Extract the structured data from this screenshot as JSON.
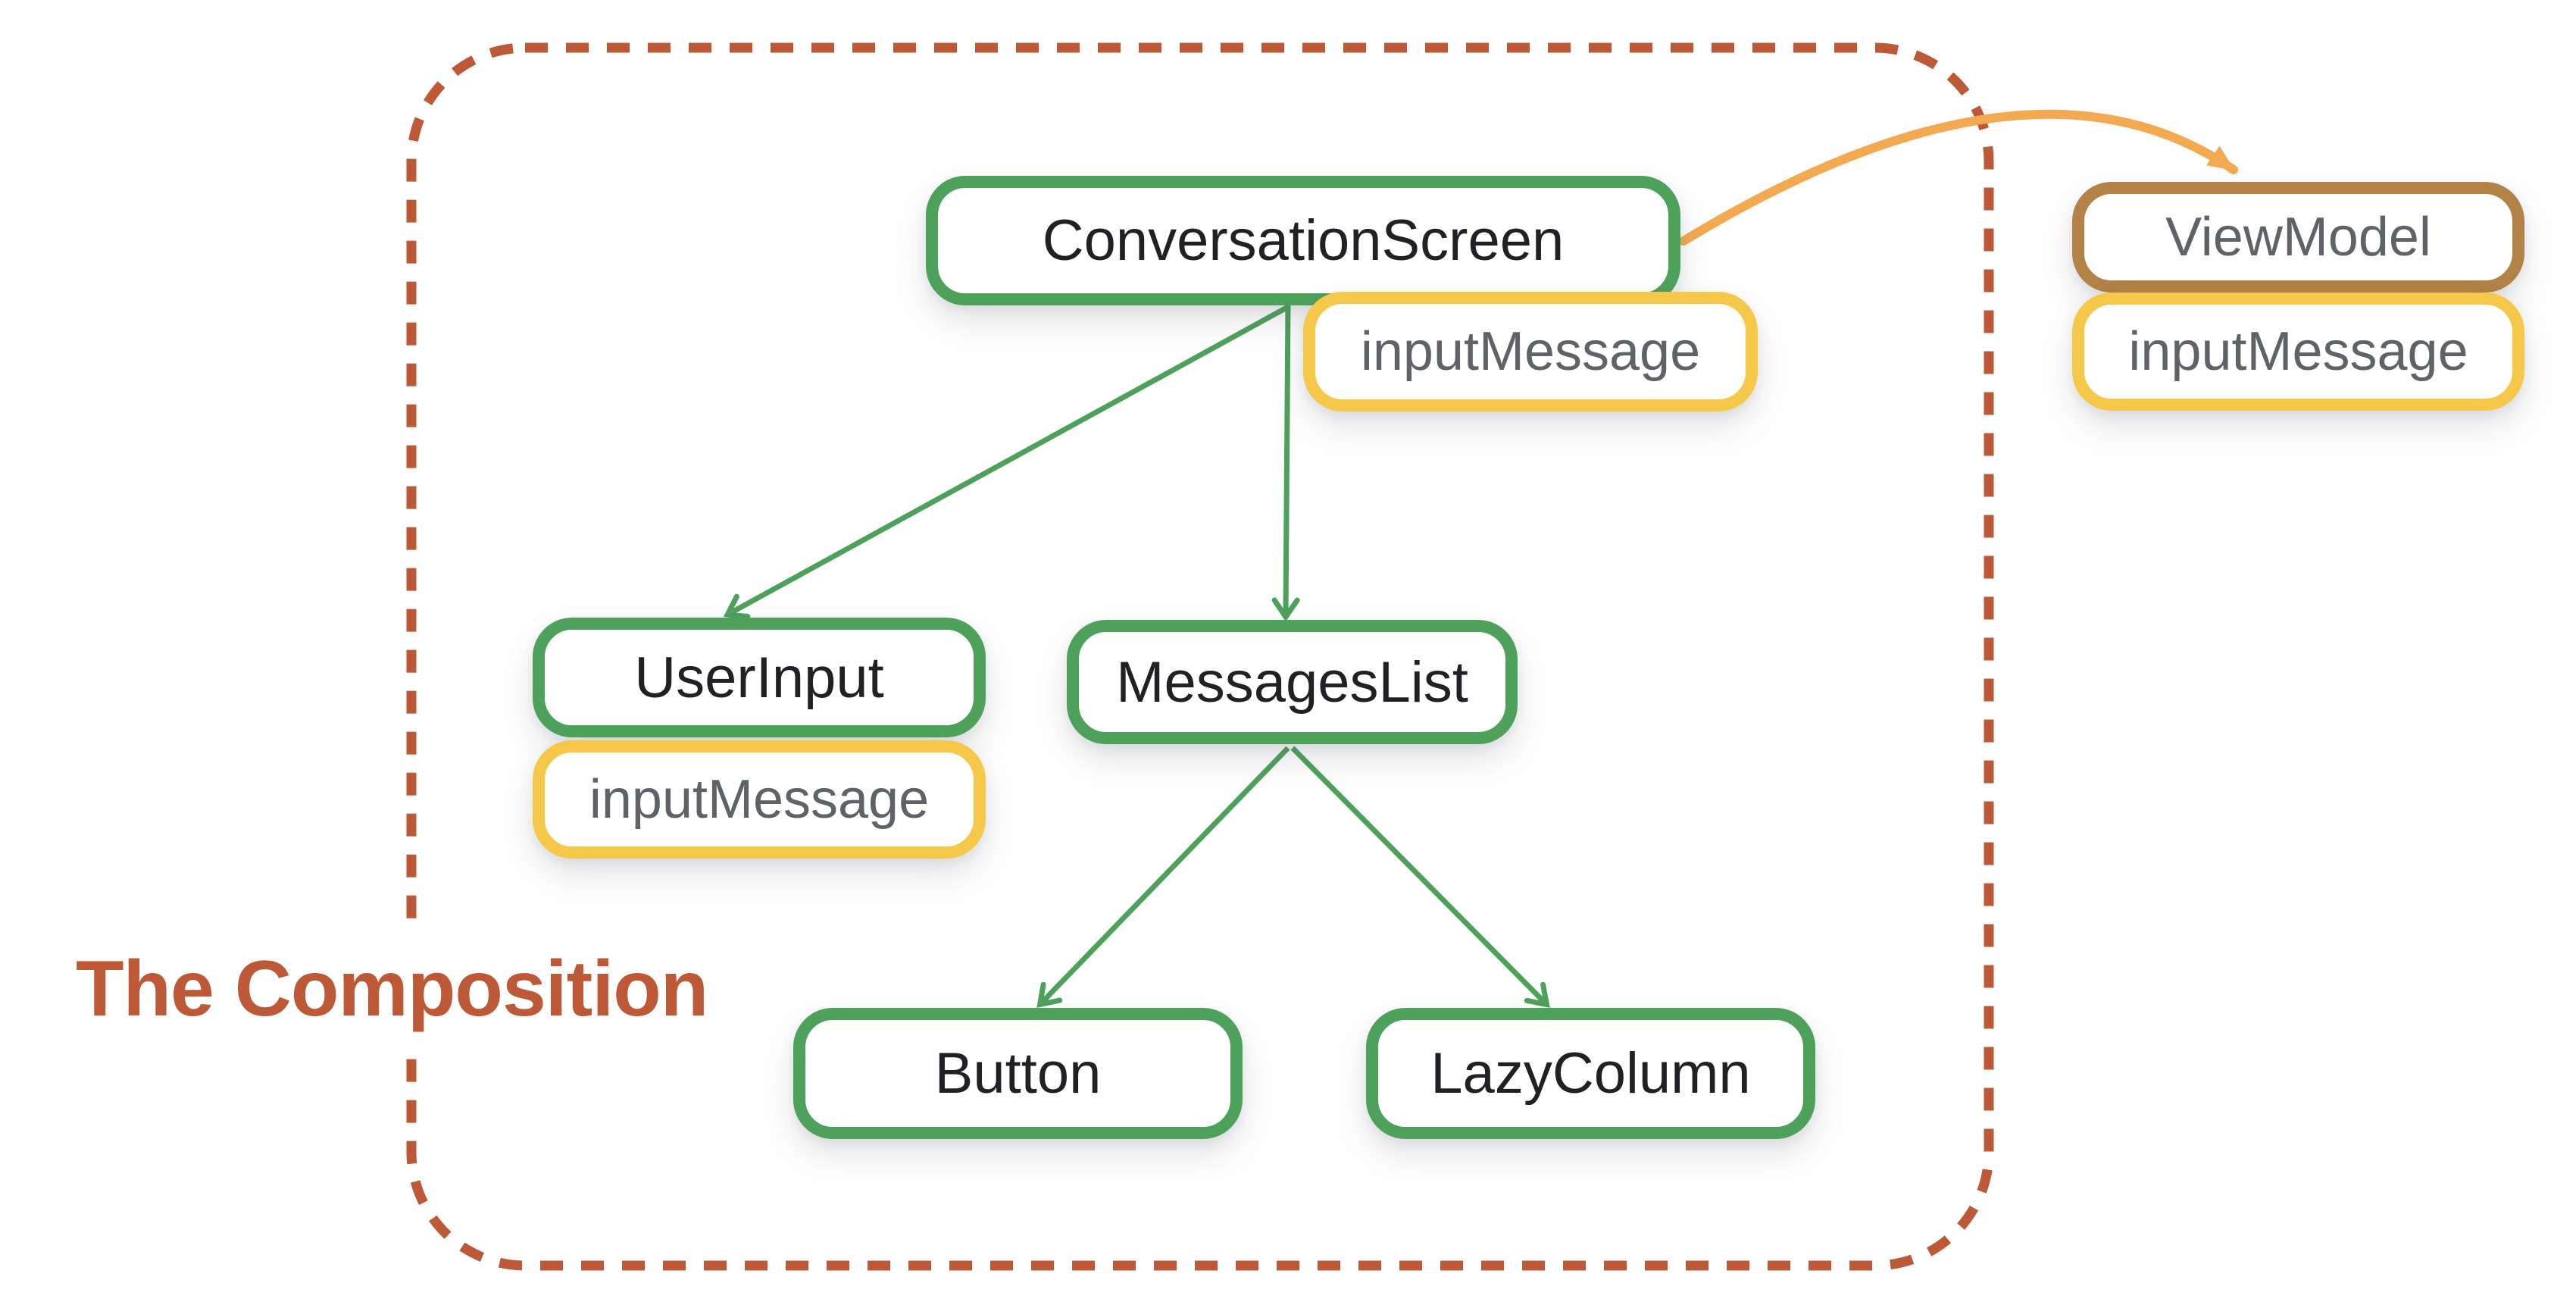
{
  "diagram": {
    "group_label": "The Composition",
    "nodes": {
      "conversation_screen": {
        "label": "ConversationScreen",
        "kind": "composable"
      },
      "cs_state": {
        "label": "inputMessage",
        "kind": "state"
      },
      "user_input": {
        "label": "UserInput",
        "kind": "composable"
      },
      "ui_state": {
        "label": "inputMessage",
        "kind": "state"
      },
      "messages_list": {
        "label": "MessagesList",
        "kind": "composable"
      },
      "button": {
        "label": "Button",
        "kind": "composable"
      },
      "lazy_column": {
        "label": "LazyColumn",
        "kind": "composable"
      },
      "view_model": {
        "label": "ViewModel",
        "kind": "viewmodel"
      },
      "vm_state": {
        "label": "inputMessage",
        "kind": "state"
      }
    },
    "edges": [
      {
        "from": "conversation_screen",
        "to": "user_input",
        "style": "green-arrow"
      },
      {
        "from": "conversation_screen",
        "to": "messages_list",
        "style": "green-arrow"
      },
      {
        "from": "messages_list",
        "to": "button",
        "style": "green-arrow"
      },
      {
        "from": "messages_list",
        "to": "lazy_column",
        "style": "green-arrow"
      },
      {
        "from": "conversation_screen",
        "to": "view_model",
        "style": "orange-curved-arrow"
      }
    ],
    "colors": {
      "composable_border_green": "#4EA15B",
      "state_border_yellow": "#F6C84A",
      "viewmodel_border_tan": "#B28246",
      "orange_edge": "#F3A950",
      "group_dashed_rust": "#BD5936",
      "label_dark": "#202124",
      "label_gray": "#5F6368",
      "background": "#FFFFFF"
    }
  }
}
